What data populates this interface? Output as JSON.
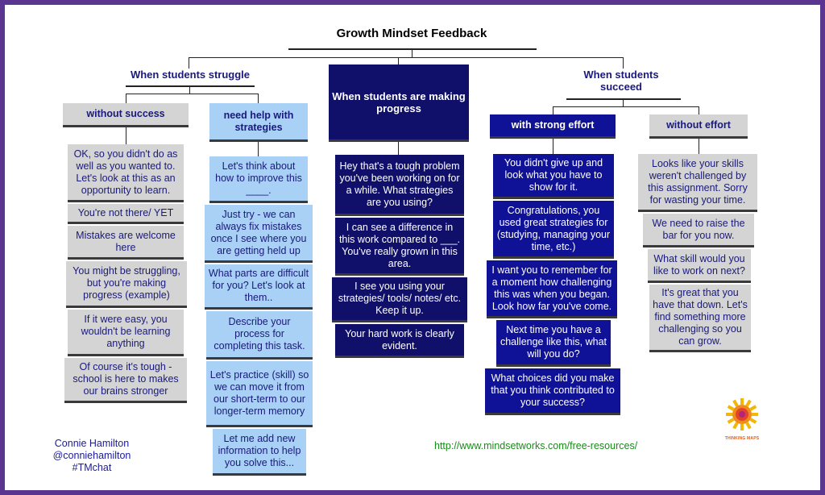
{
  "title": "Growth Mindset Feedback",
  "struggle": {
    "header": "When students struggle",
    "without_success": {
      "label": "without success",
      "items": [
        "OK, so you didn't do as well as you wanted to. Let's look at this as an opportunity to learn.",
        "You're not there/ YET",
        "Mistakes are welcome here",
        "You might be struggling, but you're making progress (example)",
        "If it were easy, you wouldn't be learning anything",
        "Of course it's tough - school is here to makes our brains stronger"
      ]
    },
    "need_help": {
      "label": "need help with strategies",
      "items": [
        "Let's think about how to improve this ____.",
        "Just try - we can always fix mistakes once I see where you are getting held up",
        "What parts are difficult for you? Let's look at them..",
        "Describe your process for completing this task.",
        "Let's practice (skill) so we can move it from our short-term to our longer-term memory",
        "Let me add new information to help you solve this..."
      ]
    }
  },
  "progress": {
    "header": "When students are making progress",
    "items": [
      "Hey that's a tough problem you've been working on for a while. What strategies are you using?",
      "I can see a difference in this work compared to ___. You've really grown in this area.",
      "I see you using your strategies/ tools/ notes/ etc. Keep it up.",
      "Your hard work is clearly evident."
    ]
  },
  "succeed": {
    "header": "When students succeed",
    "strong_effort": {
      "label": "with strong effort",
      "items": [
        "You didn't give up and look what you have to show for it.",
        "Congratulations, you used great strategies for (studying, managing your time, etc.)",
        "I want you to remember for a moment how challenging this was when you began. Look how far you've come.",
        "Next time you have a challenge like this, what will you do?",
        "What choices did you make that you think contributed to your success?"
      ]
    },
    "without_effort": {
      "label": "without effort",
      "items": [
        "Looks like your skills weren't challenged by this assignment. Sorry for wasting your time.",
        "We need to raise the bar for you now.",
        "What skill would you like to work on next?",
        "It's great that you have that down. Let's find something more challenging so you can grow."
      ]
    }
  },
  "credit": {
    "name": "Connie Hamilton",
    "handle": "@conniehamilton",
    "tag": "#TMchat"
  },
  "url": "http://www.mindsetworks.com/free-resources/",
  "logo_text": "THINKING MAPS",
  "colors": {
    "frame": "#5a3690",
    "grey": "#d4d4d4",
    "light_blue": "#a8d1f5",
    "navy": "#10106a",
    "blue": "#0f1196",
    "text_navy": "#1a1a7a",
    "url_green": "#1a8a1a"
  }
}
